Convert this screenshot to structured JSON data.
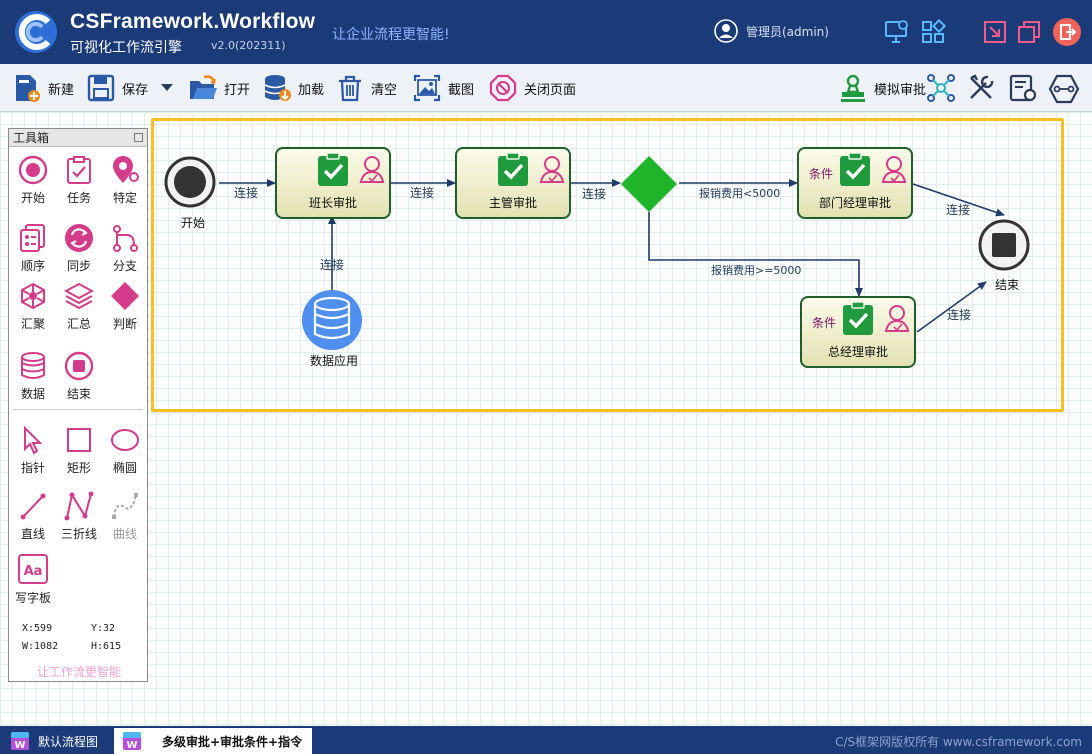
{
  "header": {
    "app_name": "CSFramework.Workflow",
    "app_subtitle": "可视化工作流引擎",
    "version": "v2.0(202311)",
    "slogan": "让企业流程更智能!",
    "user": "管理员(admin)",
    "colors": {
      "bg": "#1b3a78",
      "accent": "#f2635a"
    }
  },
  "toolbar": {
    "new": "新建",
    "save": "保存",
    "open": "打开",
    "load": "加载",
    "clear": "清空",
    "screenshot": "截图",
    "close_page": "关闭页面",
    "simulate": "模拟审批"
  },
  "toolbox": {
    "title": "工具箱",
    "tools": {
      "start": "开始",
      "task": "任务",
      "specific": "特定",
      "sequence": "顺序",
      "sync": "同步",
      "branch": "分支",
      "merge": "汇聚",
      "summary": "汇总",
      "judge": "判断",
      "data": "数据",
      "end": "结束",
      "pointer": "指针",
      "rect": "矩形",
      "ellipse": "椭圆",
      "line": "直线",
      "polyline": "三折线",
      "curve": "曲线",
      "textboard": "写字板"
    },
    "coords": {
      "x": "X:599",
      "y": "Y:32",
      "w": "W:1082",
      "h": "H:615"
    },
    "slogan": "让工作流更智能"
  },
  "diagram": {
    "start_label": "开始",
    "end_label": "结束",
    "data_label": "数据应用",
    "nodes": {
      "team_leader": "班长审批",
      "supervisor": "主管审批",
      "dept_manager": "部门经理审批",
      "general_manager": "总经理审批"
    },
    "condition_tag": "条件",
    "edge_connect": "连接",
    "cond_less": "报销费用<5000",
    "cond_more": "报销费用>=5000"
  },
  "tabs": {
    "default": "默认流程图",
    "active": "多级审批+审批条件+指令"
  },
  "footer": {
    "copyright": "C/S框架网版权所有 www.csframework.com"
  }
}
